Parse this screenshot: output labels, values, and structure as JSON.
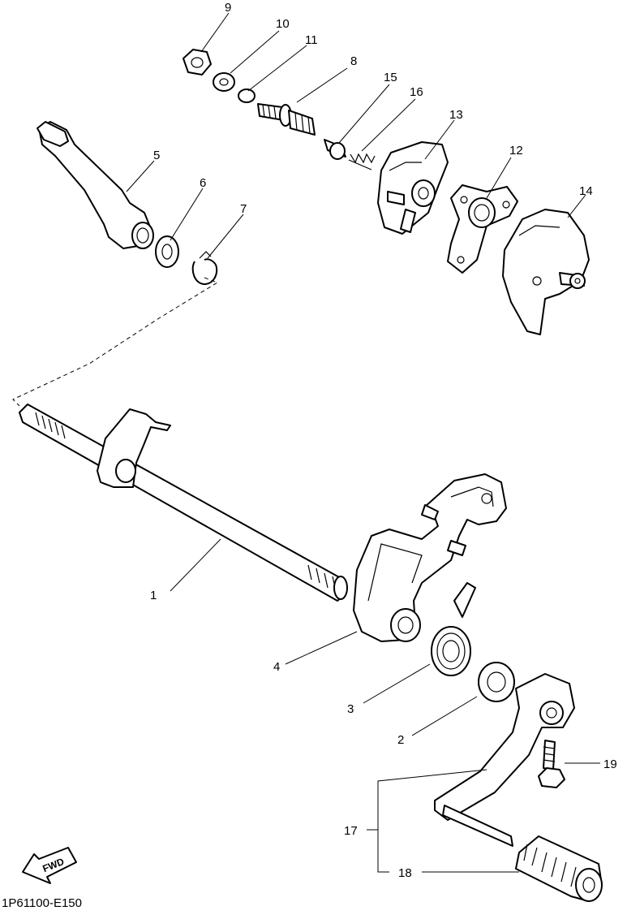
{
  "diagram": {
    "caption": "1P61100-E150",
    "direction_label": "FWD",
    "callouts": [
      {
        "id": "c1",
        "label": "1"
      },
      {
        "id": "c2",
        "label": "2"
      },
      {
        "id": "c3",
        "label": "3"
      },
      {
        "id": "c4",
        "label": "4"
      },
      {
        "id": "c5",
        "label": "5"
      },
      {
        "id": "c6",
        "label": "6"
      },
      {
        "id": "c7",
        "label": "7"
      },
      {
        "id": "c8",
        "label": "8"
      },
      {
        "id": "c9",
        "label": "9"
      },
      {
        "id": "c10",
        "label": "10"
      },
      {
        "id": "c11",
        "label": "11"
      },
      {
        "id": "c12",
        "label": "12"
      },
      {
        "id": "c13",
        "label": "13"
      },
      {
        "id": "c14",
        "label": "14"
      },
      {
        "id": "c15",
        "label": "15"
      },
      {
        "id": "c16",
        "label": "16"
      },
      {
        "id": "c17",
        "label": "17"
      },
      {
        "id": "c18",
        "label": "18"
      },
      {
        "id": "c19",
        "label": "19"
      }
    ]
  }
}
